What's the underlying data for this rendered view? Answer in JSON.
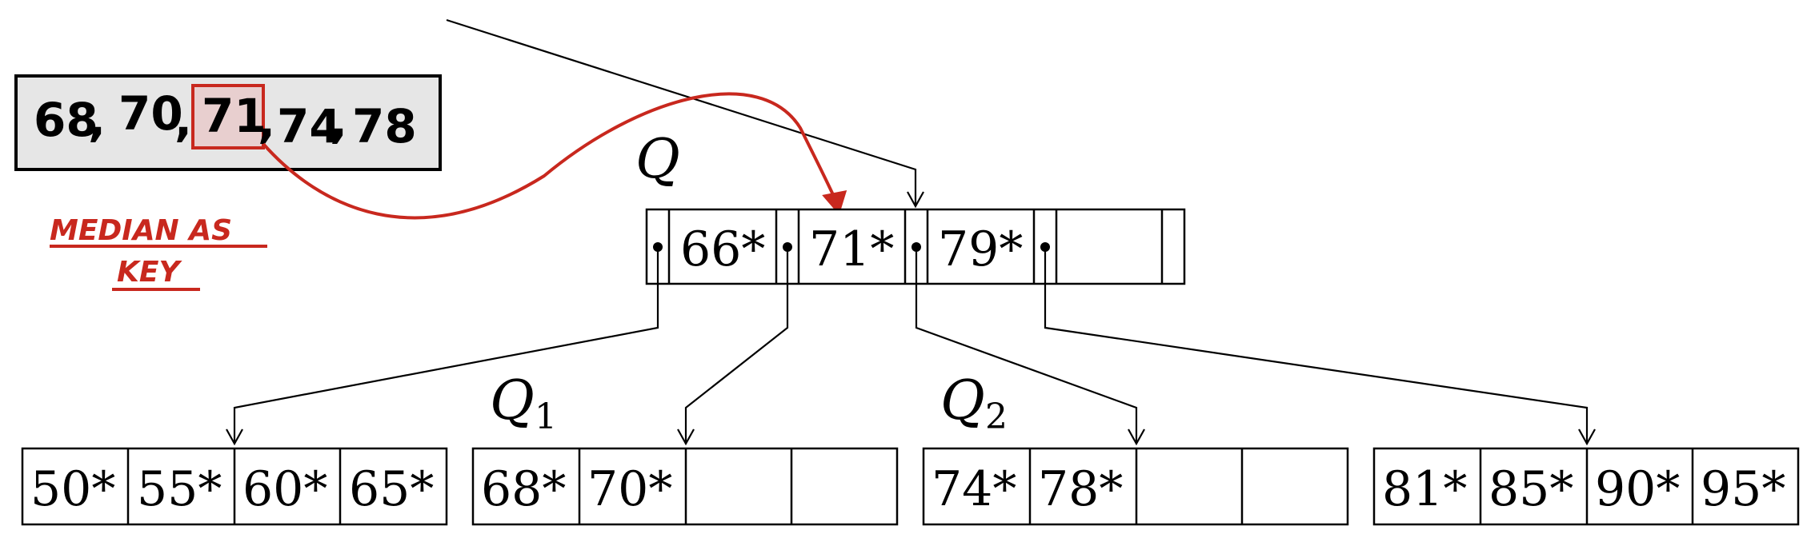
{
  "sequence_box": {
    "keys": [
      "68",
      "70",
      "71",
      "74",
      "78"
    ],
    "separator": ",",
    "highlight_index": 2
  },
  "annotation": {
    "line1": "MEDIAN AS",
    "line2": "KEY"
  },
  "root": {
    "label": "Q",
    "keys": [
      "66*",
      "71*",
      "79*",
      ""
    ]
  },
  "leaves": [
    {
      "label": "",
      "keys": [
        "50*",
        "55*",
        "60*",
        "65*"
      ]
    },
    {
      "label": "Q",
      "subscript": "1",
      "keys": [
        "68*",
        "70*",
        "",
        ""
      ]
    },
    {
      "label": "Q",
      "subscript": "2",
      "keys": [
        "74*",
        "78*",
        "",
        ""
      ]
    },
    {
      "label": "",
      "keys": [
        "81*",
        "85*",
        "90*",
        "95*"
      ]
    }
  ],
  "colors": {
    "ink": "#000000",
    "annotation_red": "#c8281e",
    "box_fill": "#e6e6e6",
    "highlight_fill": "#e8cfcf"
  }
}
